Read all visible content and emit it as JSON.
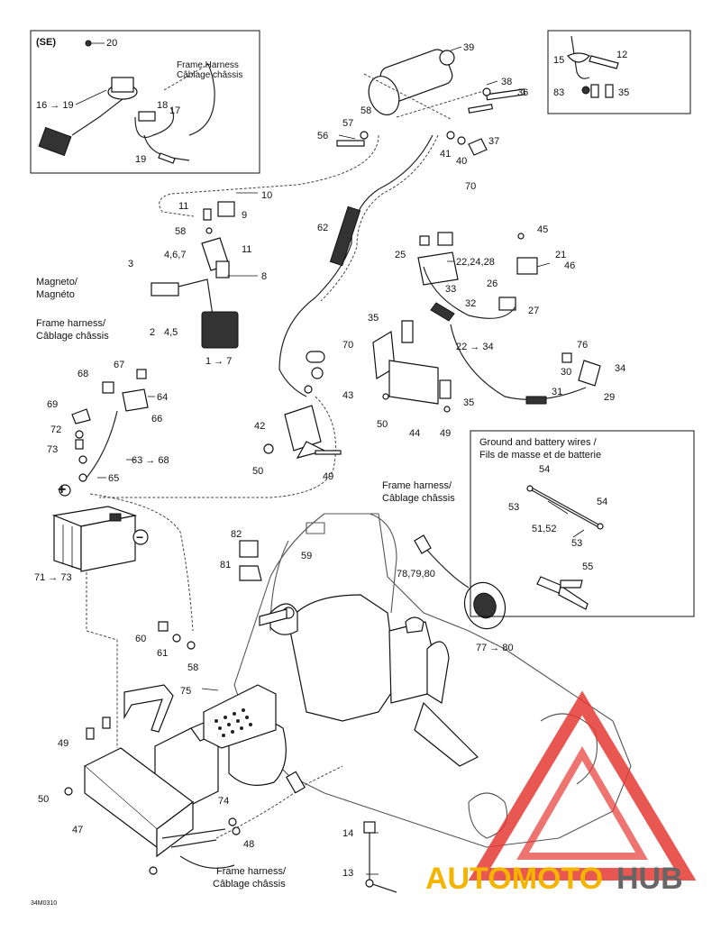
{
  "corner_tag": "(SE)",
  "callouts": [
    {
      "id": "c20",
      "text": "20"
    },
    {
      "id": "c16",
      "text": "16 → 19"
    },
    {
      "id": "c18",
      "text": "18"
    },
    {
      "id": "c17",
      "text": "17"
    },
    {
      "id": "c19",
      "text": "19"
    },
    {
      "id": "c39",
      "text": "39"
    },
    {
      "id": "c38",
      "text": "38"
    },
    {
      "id": "c36",
      "text": "36"
    },
    {
      "id": "c58a",
      "text": "58"
    },
    {
      "id": "c57",
      "text": "57"
    },
    {
      "id": "c56",
      "text": "56"
    },
    {
      "id": "c37",
      "text": "37"
    },
    {
      "id": "c41",
      "text": "41"
    },
    {
      "id": "c40",
      "text": "40"
    },
    {
      "id": "c70a",
      "text": "70"
    },
    {
      "id": "c15",
      "text": "15"
    },
    {
      "id": "c12",
      "text": "12"
    },
    {
      "id": "c83",
      "text": "83"
    },
    {
      "id": "c35a",
      "text": "35"
    },
    {
      "id": "c10",
      "text": "10"
    },
    {
      "id": "c11a",
      "text": "11"
    },
    {
      "id": "c9",
      "text": "9"
    },
    {
      "id": "c58b",
      "text": "58"
    },
    {
      "id": "c11b",
      "text": "11"
    },
    {
      "id": "c3",
      "text": "3"
    },
    {
      "id": "c467",
      "text": "4,6,7"
    },
    {
      "id": "c8",
      "text": "8"
    },
    {
      "id": "c2",
      "text": "2"
    },
    {
      "id": "c45",
      "text": "4,5"
    },
    {
      "id": "c17b",
      "text": "1 → 7"
    },
    {
      "id": "c62",
      "text": "62"
    },
    {
      "id": "c45b",
      "text": "45"
    },
    {
      "id": "c25",
      "text": "25"
    },
    {
      "id": "c222428",
      "text": "22,24,28"
    },
    {
      "id": "c21",
      "text": "21"
    },
    {
      "id": "c46",
      "text": "46"
    },
    {
      "id": "c33",
      "text": "33"
    },
    {
      "id": "c26",
      "text": "26"
    },
    {
      "id": "c32",
      "text": "32"
    },
    {
      "id": "c27",
      "text": "27"
    },
    {
      "id": "c2234",
      "text": "22 → 34"
    },
    {
      "id": "c35b",
      "text": "35"
    },
    {
      "id": "c70b",
      "text": "70"
    },
    {
      "id": "c76",
      "text": "76"
    },
    {
      "id": "c30",
      "text": "30"
    },
    {
      "id": "c34",
      "text": "34"
    },
    {
      "id": "c43",
      "text": "43"
    },
    {
      "id": "c31",
      "text": "31"
    },
    {
      "id": "c29",
      "text": "29"
    },
    {
      "id": "c35c",
      "text": "35"
    },
    {
      "id": "c68",
      "text": "68"
    },
    {
      "id": "c67",
      "text": "67"
    },
    {
      "id": "c64",
      "text": "64"
    },
    {
      "id": "c69",
      "text": "69"
    },
    {
      "id": "c66",
      "text": "66"
    },
    {
      "id": "c72",
      "text": "72"
    },
    {
      "id": "c73",
      "text": "73"
    },
    {
      "id": "c6368",
      "text": "63 → 68"
    },
    {
      "id": "c65",
      "text": "65"
    },
    {
      "id": "c42",
      "text": "42"
    },
    {
      "id": "c50a",
      "text": "50"
    },
    {
      "id": "c49a",
      "text": "49"
    },
    {
      "id": "c50b",
      "text": "50"
    },
    {
      "id": "c44",
      "text": "44"
    },
    {
      "id": "c49b",
      "text": "49"
    },
    {
      "id": "c54a",
      "text": "54"
    },
    {
      "id": "c53a",
      "text": "53"
    },
    {
      "id": "c54b",
      "text": "54"
    },
    {
      "id": "c5152",
      "text": "51,52"
    },
    {
      "id": "c53b",
      "text": "53"
    },
    {
      "id": "c55",
      "text": "55"
    },
    {
      "id": "c7173",
      "text": "71 → 73"
    },
    {
      "id": "c82",
      "text": "82"
    },
    {
      "id": "c81",
      "text": "81"
    },
    {
      "id": "c59",
      "text": "59"
    },
    {
      "id": "c787980",
      "text": "78,79,80"
    },
    {
      "id": "c7780",
      "text": "77 → 80"
    },
    {
      "id": "c60",
      "text": "60"
    },
    {
      "id": "c61",
      "text": "61"
    },
    {
      "id": "c58c",
      "text": "58"
    },
    {
      "id": "c75",
      "text": "75"
    },
    {
      "id": "c49c",
      "text": "49"
    },
    {
      "id": "c50c",
      "text": "50"
    },
    {
      "id": "c74",
      "text": "74"
    },
    {
      "id": "c47",
      "text": "47"
    },
    {
      "id": "c48",
      "text": "48"
    },
    {
      "id": "c14",
      "text": "14"
    },
    {
      "id": "c13",
      "text": "13"
    }
  ],
  "labels": {
    "frame_harness_top_en": "Frame Harness",
    "frame_harness_top_fr": "Câblage châssis",
    "magneto_en": "Magneto/",
    "magneto_fr": "Magnéto",
    "frame_harness_left_en": "Frame harness/",
    "frame_harness_left_fr": "Câblage châssis",
    "frame_harness_mid_en": "Frame harness/",
    "frame_harness_mid_fr": "Câblage châssis",
    "frame_harness_bottom_en": "Frame harness/",
    "frame_harness_bottom_fr": "Câblage châssis",
    "ground_box_en": "Ground and battery wires /",
    "ground_box_fr": "Fils de masse et de batterie",
    "plus_sign": "+",
    "minus_sign": "−",
    "figure_code": "34M0310"
  },
  "watermark": {
    "text_a": "AUTOMOTO",
    "text_b": "HUB",
    "color_a": "#f4b400",
    "color_b": "#666666",
    "triangle_color": "#e53935"
  }
}
